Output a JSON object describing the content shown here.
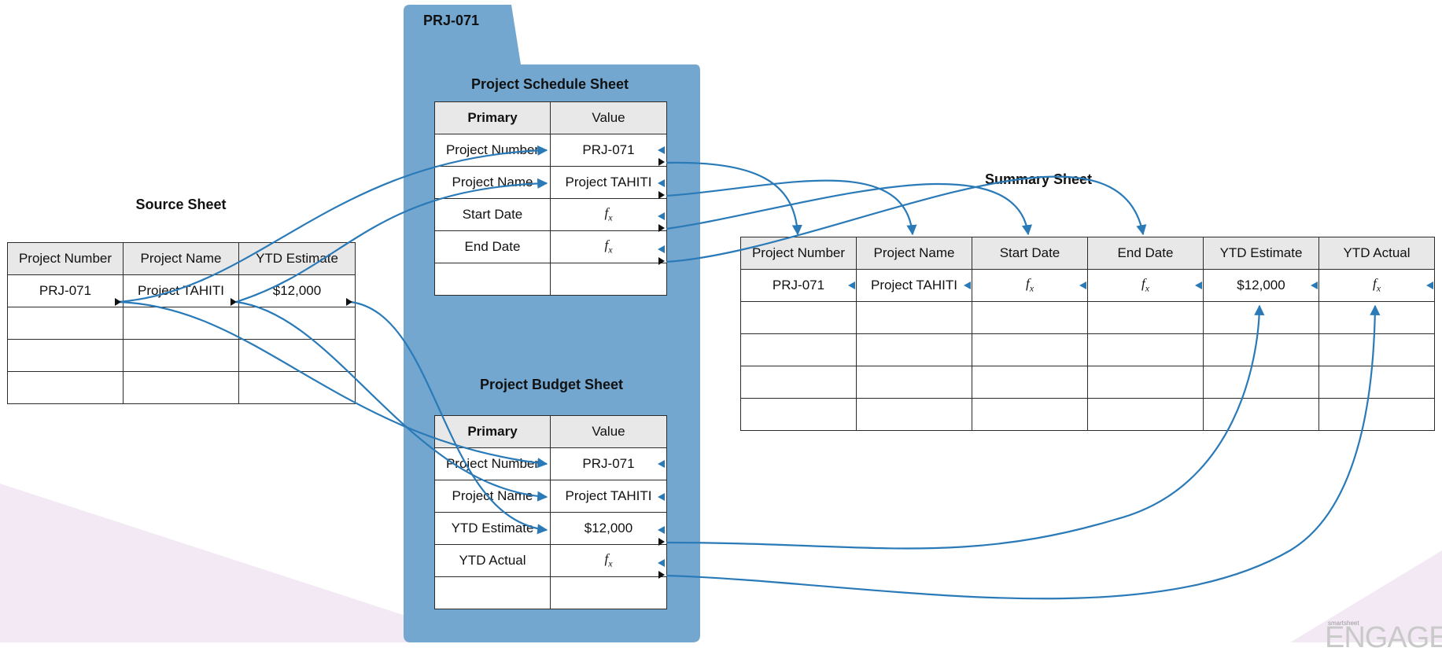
{
  "folder": {
    "label": "PRJ-071"
  },
  "source_sheet": {
    "title": "Source Sheet",
    "columns": [
      "Project Number",
      "Project Name",
      "YTD Estimate"
    ],
    "rows": [
      [
        "PRJ-071",
        "Project TAHITI",
        "$12,000"
      ]
    ]
  },
  "schedule_sheet": {
    "title": "Project Schedule Sheet",
    "columns": [
      "Primary",
      "Value"
    ],
    "rows": [
      [
        "Project Number",
        "PRJ-071"
      ],
      [
        "Project Name",
        "Project TAHITI"
      ],
      [
        "Start Date",
        "fx"
      ],
      [
        "End Date",
        "fx"
      ]
    ]
  },
  "budget_sheet": {
    "title": "Project Budget Sheet",
    "columns": [
      "Primary",
      "Value"
    ],
    "rows": [
      [
        "Project Number",
        "PRJ-071"
      ],
      [
        "Project Name",
        "Project TAHITI"
      ],
      [
        "YTD Estimate",
        "$12,000"
      ],
      [
        "YTD Actual",
        "fx"
      ]
    ]
  },
  "summary_sheet": {
    "title": "Summary Sheet",
    "columns": [
      "Project Number",
      "Project Name",
      "Start Date",
      "End Date",
      "YTD Estimate",
      "YTD Actual"
    ],
    "rows": [
      [
        "PRJ-071",
        "Project TAHITI",
        "fx",
        "fx",
        "$12,000",
        "fx"
      ]
    ]
  },
  "colors": {
    "folder": "#73a7d0",
    "connector": "#2a7ab8",
    "header_fill": "#e8e8e8",
    "background_shape": "#f3e9f5"
  },
  "watermark": {
    "small": "smartsheet",
    "text": "ENGAGE"
  }
}
